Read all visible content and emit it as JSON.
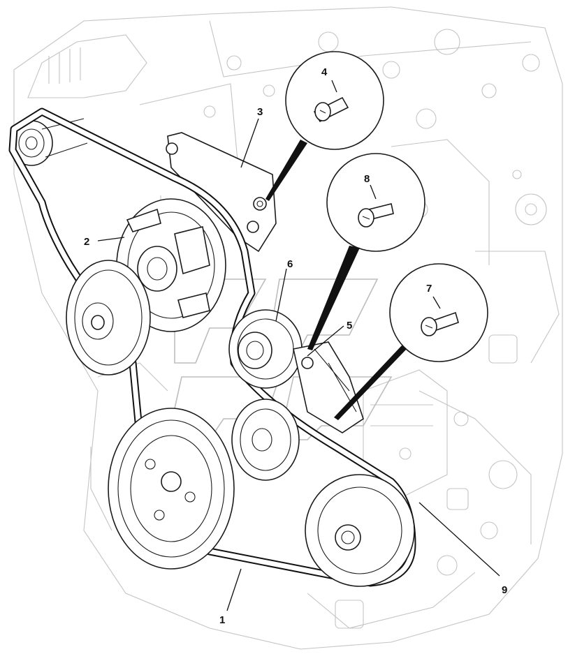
{
  "callouts": {
    "c1": "1",
    "c2": "2",
    "c3": "3",
    "c4": "4",
    "c5": "5",
    "c6": "6",
    "c7": "7",
    "c8": "8",
    "c9": "9"
  },
  "colors": {
    "line": "#1a1a1a",
    "background_engine": "#c4c4c4",
    "watermark": "#bdbdbd"
  }
}
